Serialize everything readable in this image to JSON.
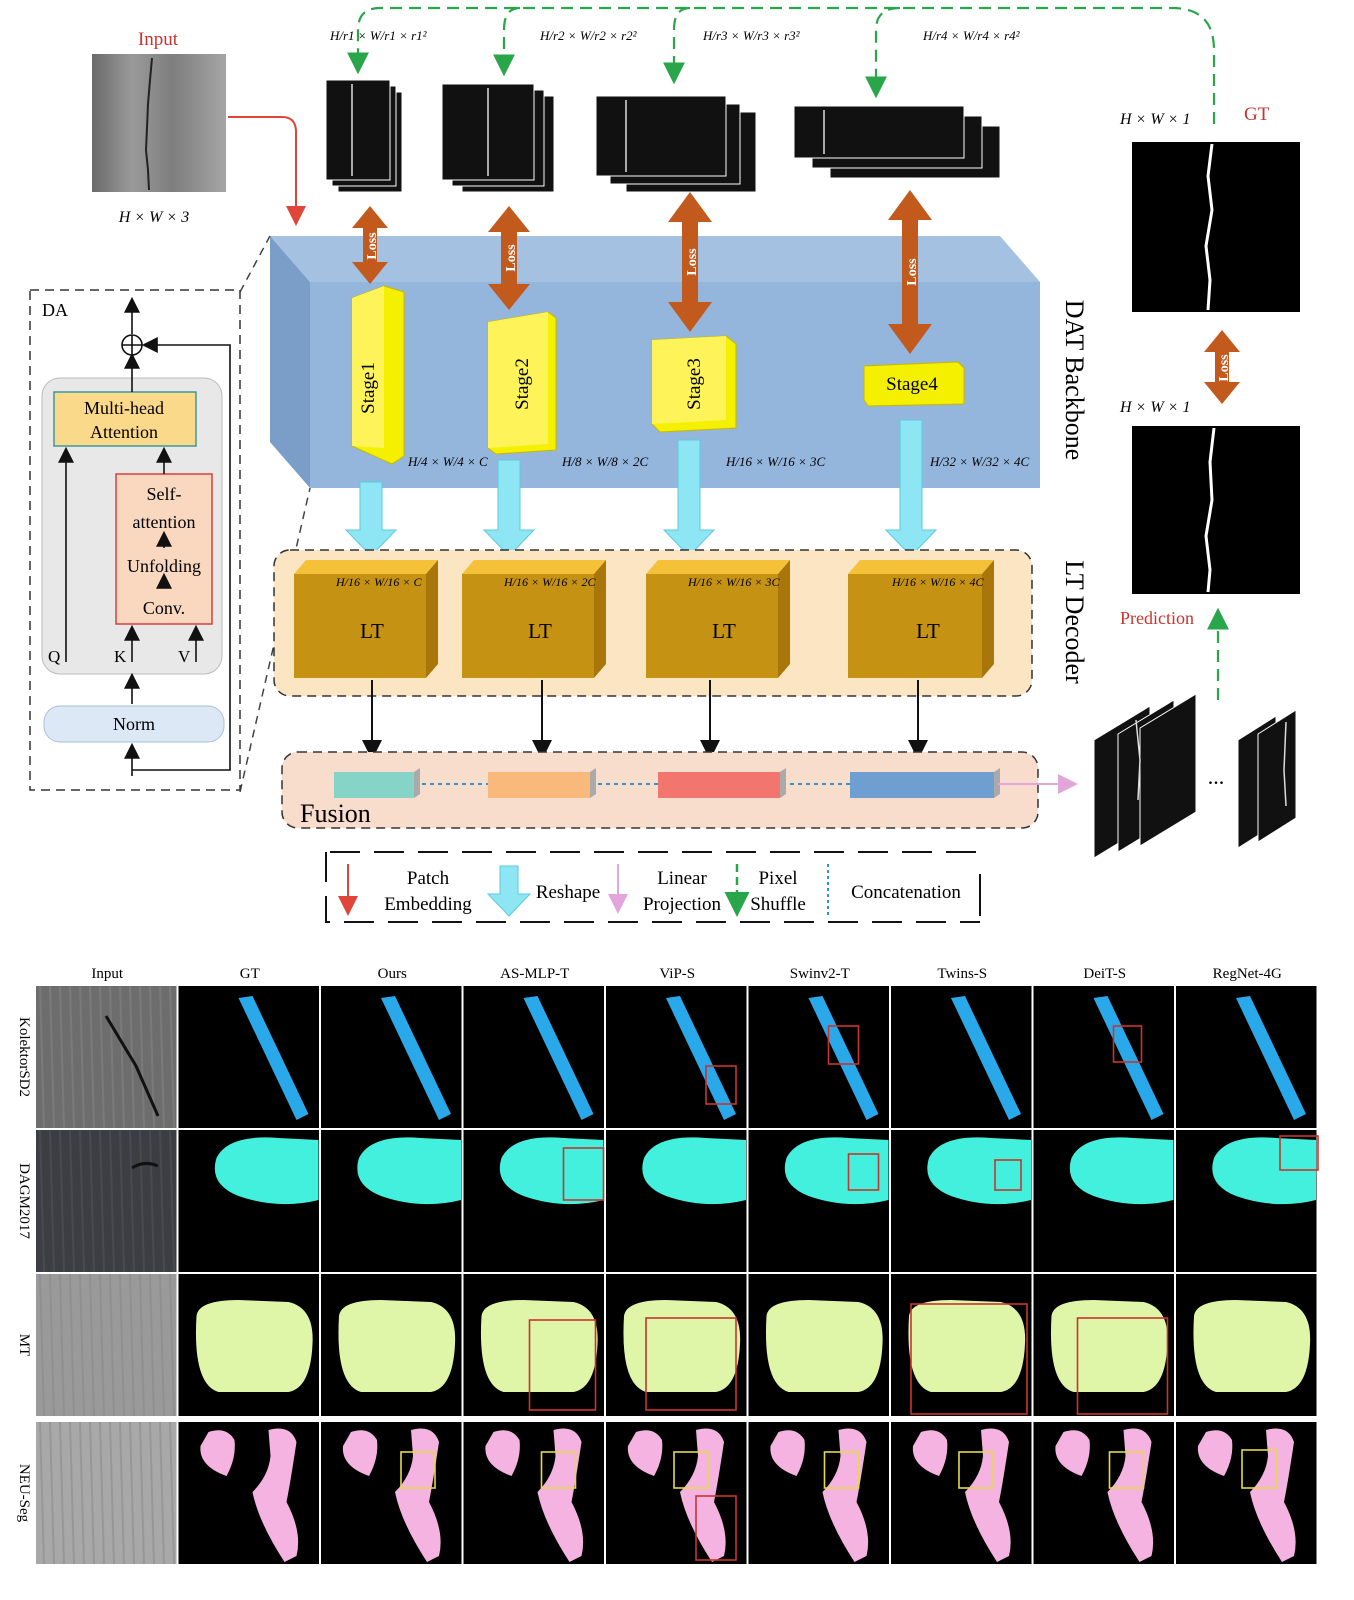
{
  "input": {
    "label": "Input",
    "dims": "H × W × 3"
  },
  "gt": {
    "label": "GT",
    "dims": "H × W × 1"
  },
  "prediction": {
    "label": "Prediction",
    "dims": "H × W × 1"
  },
  "top_dims": [
    "H/r1 × W/r1 × r1²",
    "H/r2 × W/r2 × r2²",
    "H/r3 × W/r3 × r3²",
    "H/r4 × W/r4 × r4²"
  ],
  "loss_label": "Loss",
  "backbone_label": "DAT Backbone",
  "decoder_label": "LT Decoder",
  "fusion_label": "Fusion",
  "stages": [
    {
      "label": "Stage1",
      "dims": "H/4 × W/4 × C"
    },
    {
      "label": "Stage2",
      "dims": "H/8 × W/8 × 2C"
    },
    {
      "label": "Stage3",
      "dims": "H/16 × W/16 × 3C"
    },
    {
      "label": "Stage4",
      "dims": "H/32 × W/32 × 4C"
    }
  ],
  "lt_blocks": [
    {
      "label": "LT",
      "dims": "H/16 × W/16 × C"
    },
    {
      "label": "LT",
      "dims": "H/16 × W/16 × 2C"
    },
    {
      "label": "LT",
      "dims": "H/16 × W/16 × 3C"
    },
    {
      "label": "LT",
      "dims": "H/16 × W/16 × 4C"
    }
  ],
  "fusion_colors": [
    "#86d4c8",
    "#f8b97a",
    "#f2766d",
    "#6f9fd0"
  ],
  "da_block": {
    "title": "DA",
    "mha": "Multi-head Attention",
    "self_attention": "Self-attention",
    "unfolding": "Unfolding",
    "conv": "Conv.",
    "norm": "Norm",
    "q": "Q",
    "k": "K",
    "v": "V"
  },
  "ellipsis": "...",
  "legend": [
    {
      "icon": "red-arrow-icon",
      "label": "Patch Embedding"
    },
    {
      "icon": "cyan-block-arrow-icon",
      "label": "Reshape"
    },
    {
      "icon": "pink-arrow-icon",
      "label": "Linear Projection"
    },
    {
      "icon": "green-dashed-arrow-icon",
      "label": "Pixel Shuffle"
    },
    {
      "icon": "blue-dotted-line-icon",
      "label": "Concatenation"
    }
  ],
  "comparison": {
    "columns": [
      "Input",
      "GT",
      "Ours",
      "AS-MLP-T",
      "ViP-S",
      "Swinv2-T",
      "Twins-S",
      "DeiT-S",
      "RegNet-4G"
    ],
    "rows": [
      "KolektorSD2",
      "DAGM2017",
      "MT",
      "NEU-Seg"
    ],
    "mask_colors": [
      "#2aa9ea",
      "#43f0de",
      "#dff5a8",
      "#f4b3e0"
    ]
  }
}
